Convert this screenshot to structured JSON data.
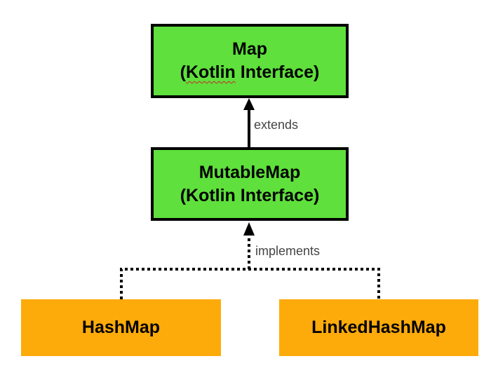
{
  "colors": {
    "interface_fill": "#5fe03c",
    "class_fill": "#fdab0a",
    "stroke": "#000000",
    "label_text": "#444444"
  },
  "nodes": {
    "map": {
      "name": "Map",
      "kind": "(Kotlin Interface)",
      "kind_pre": "(",
      "kind_word": "Kotlin",
      "kind_post": " Interface)"
    },
    "mutable_map": {
      "name": "MutableMap",
      "kind": "(Kotlin Interface)"
    },
    "hash_map": {
      "name": "HashMap"
    },
    "linked_hash_map": {
      "name": "LinkedHashMap"
    }
  },
  "edges": {
    "extends": {
      "label": "extends",
      "style": "solid"
    },
    "implements": {
      "label": "implements",
      "style": "dotted"
    }
  }
}
